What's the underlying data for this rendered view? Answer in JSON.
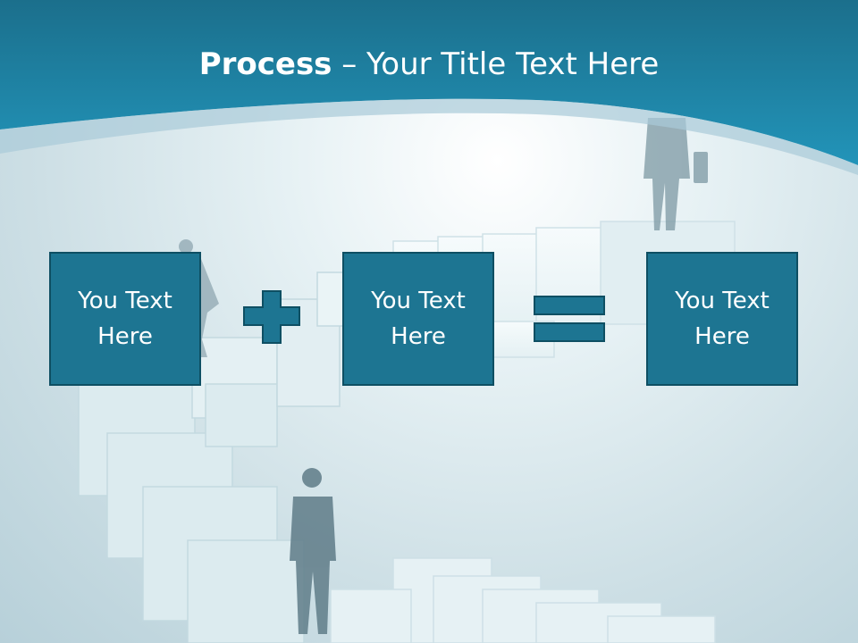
{
  "slide": {
    "title_bold": "Process",
    "title_rest": " – Your Title Text Here",
    "boxes": [
      {
        "label": "You Text Here"
      },
      {
        "label": "You Text Here"
      },
      {
        "label": "You Text Here"
      }
    ],
    "operators": [
      "plus-icon",
      "equals-icon"
    ],
    "colors": {
      "header": "#1a7a9c",
      "box_fill": "#1d7592",
      "box_border": "#0e4f63",
      "text": "#ffffff"
    }
  }
}
